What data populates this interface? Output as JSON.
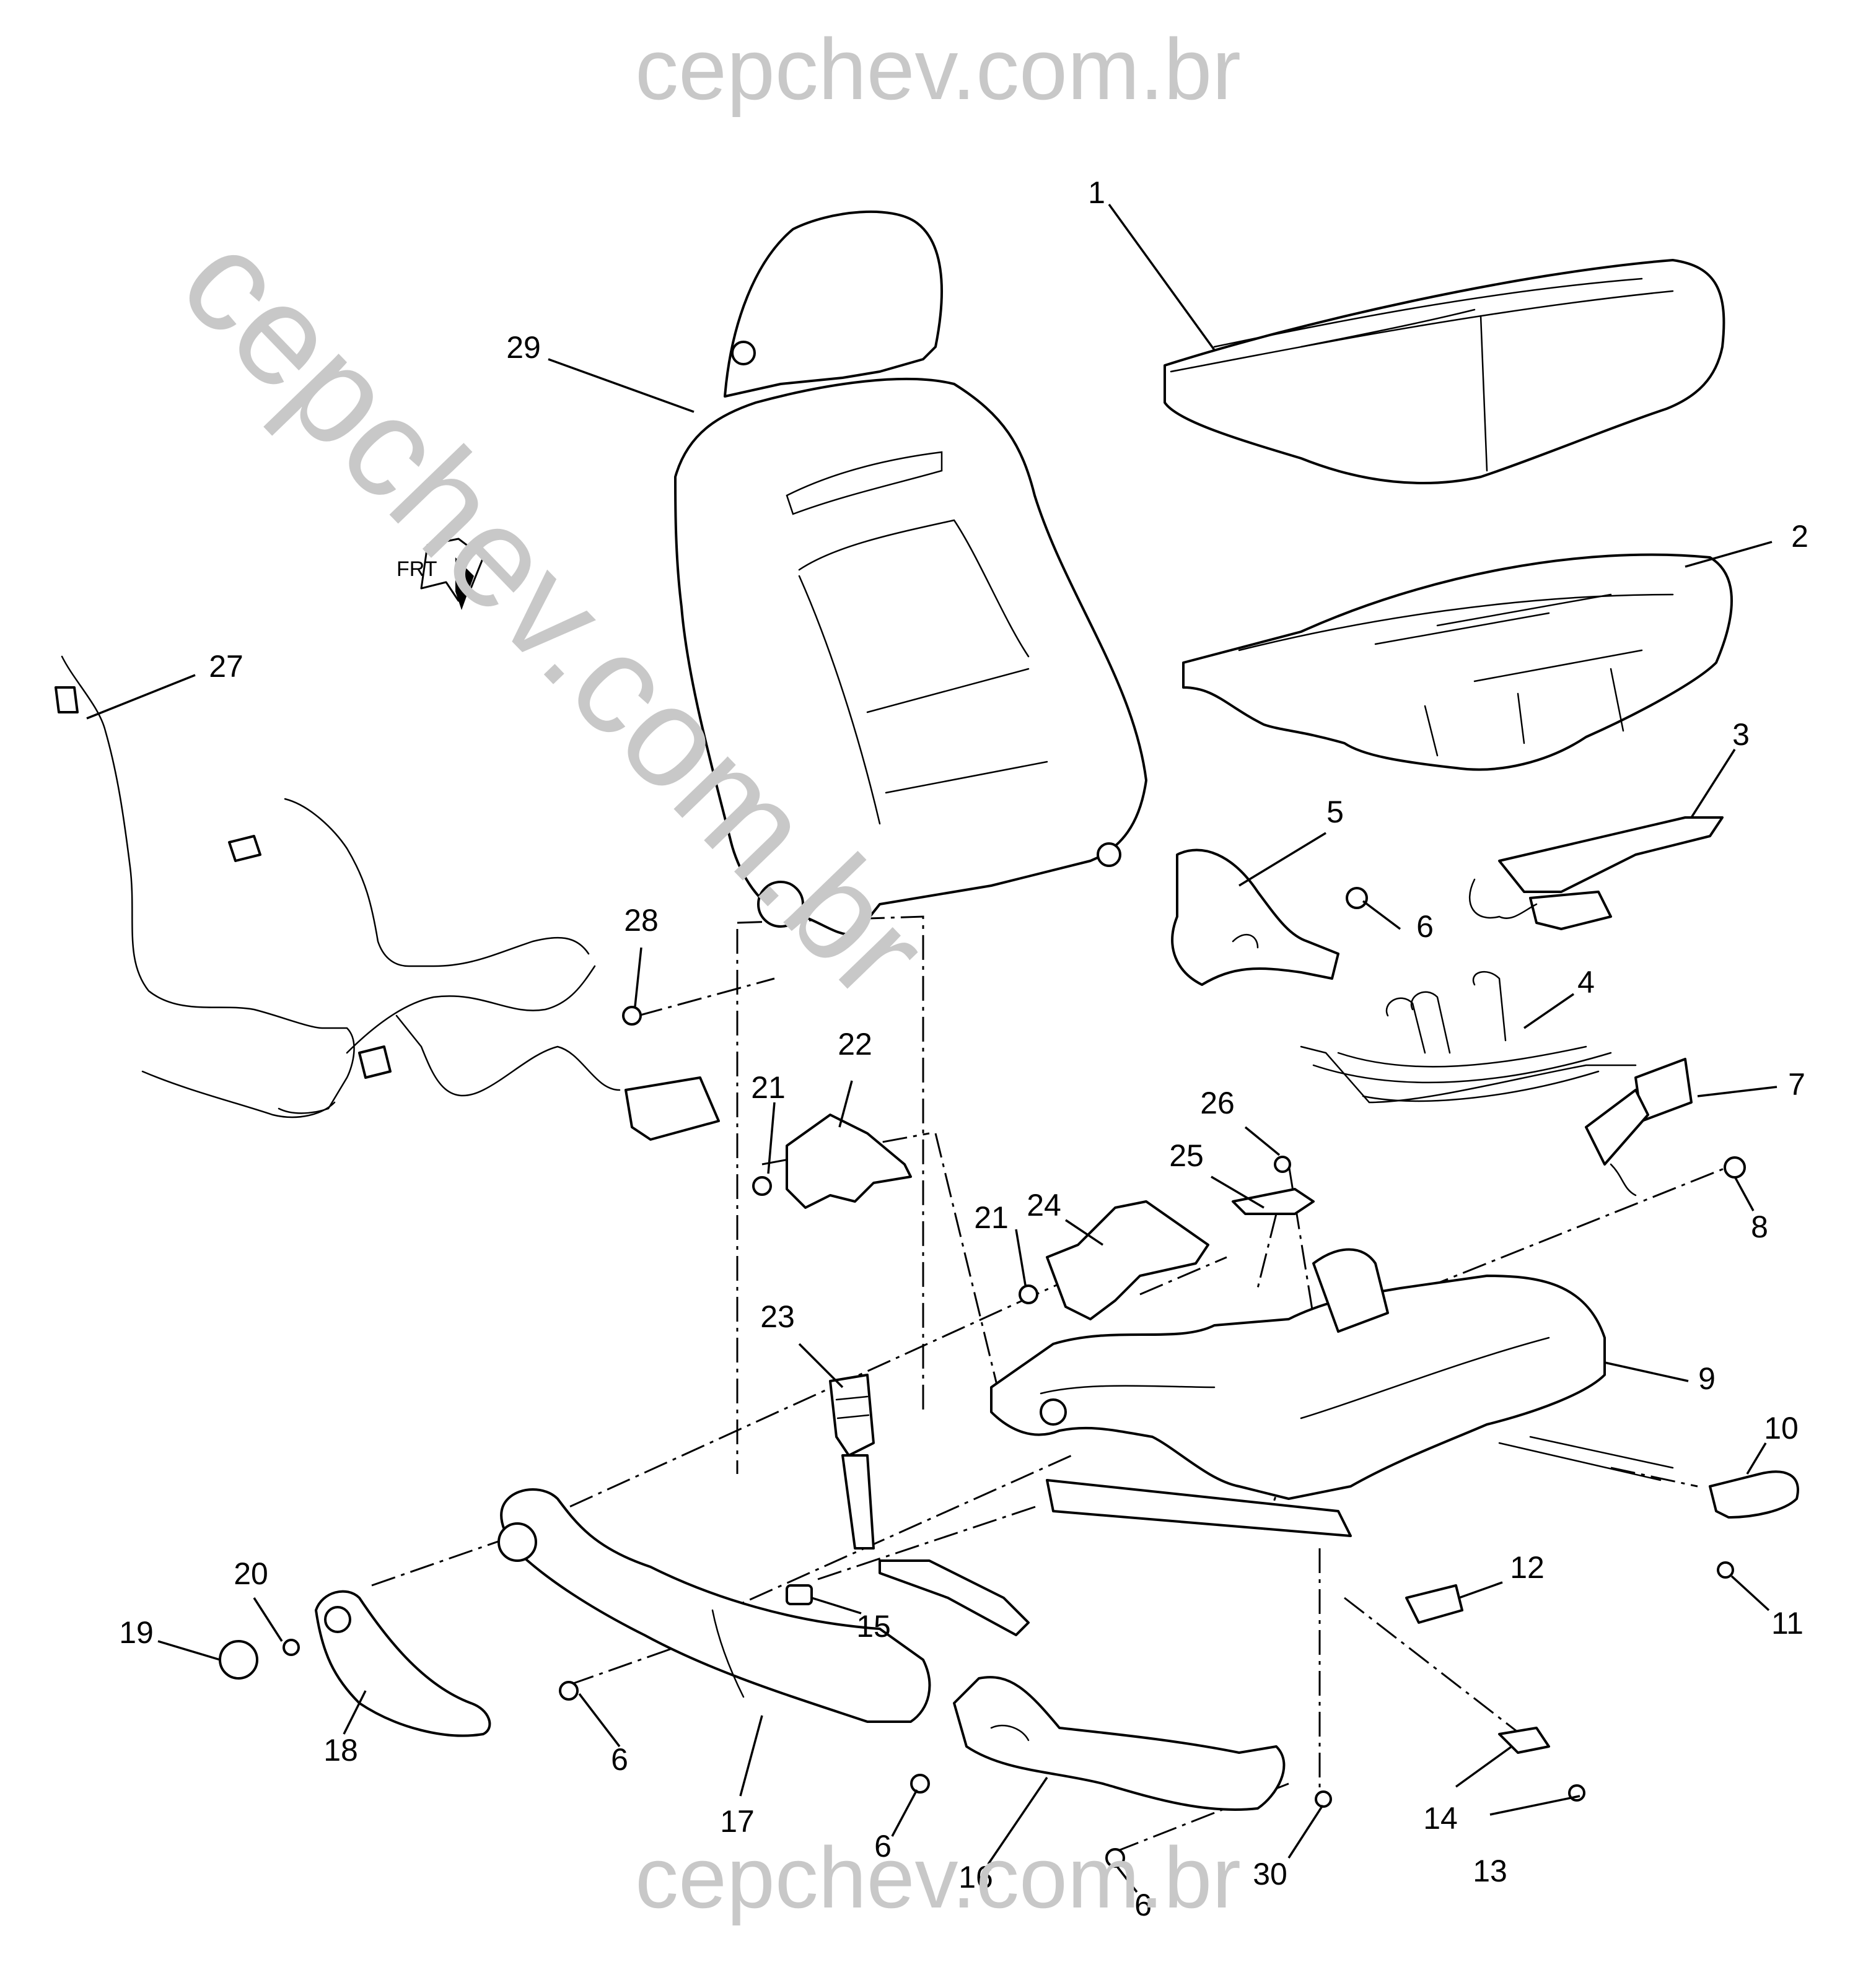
{
  "watermark": {
    "top": "cepchev.com.br",
    "diagonal": "cepchev.com.br",
    "bottom": "cepchev.com.br",
    "color": "#c8c8c8"
  },
  "orientation_label": "FRT",
  "callouts": [
    {
      "id": "1",
      "label": "1"
    },
    {
      "id": "2",
      "label": "2"
    },
    {
      "id": "3",
      "label": "3"
    },
    {
      "id": "4",
      "label": "4"
    },
    {
      "id": "5",
      "label": "5"
    },
    {
      "id": "6a",
      "label": "6"
    },
    {
      "id": "6b",
      "label": "6"
    },
    {
      "id": "6c",
      "label": "6"
    },
    {
      "id": "6d",
      "label": "6"
    },
    {
      "id": "7",
      "label": "7"
    },
    {
      "id": "8",
      "label": "8"
    },
    {
      "id": "9",
      "label": "9"
    },
    {
      "id": "10",
      "label": "10"
    },
    {
      "id": "11",
      "label": "11"
    },
    {
      "id": "12",
      "label": "12"
    },
    {
      "id": "13",
      "label": "13"
    },
    {
      "id": "14",
      "label": "14"
    },
    {
      "id": "15",
      "label": "15"
    },
    {
      "id": "16",
      "label": "16"
    },
    {
      "id": "17",
      "label": "17"
    },
    {
      "id": "18",
      "label": "18"
    },
    {
      "id": "19",
      "label": "19"
    },
    {
      "id": "20",
      "label": "20"
    },
    {
      "id": "21a",
      "label": "21"
    },
    {
      "id": "21b",
      "label": "21"
    },
    {
      "id": "22",
      "label": "22"
    },
    {
      "id": "23",
      "label": "23"
    },
    {
      "id": "24",
      "label": "24"
    },
    {
      "id": "25",
      "label": "25"
    },
    {
      "id": "26",
      "label": "26"
    },
    {
      "id": "27",
      "label": "27"
    },
    {
      "id": "28",
      "label": "28"
    },
    {
      "id": "29",
      "label": "29"
    },
    {
      "id": "30",
      "label": "30"
    }
  ]
}
